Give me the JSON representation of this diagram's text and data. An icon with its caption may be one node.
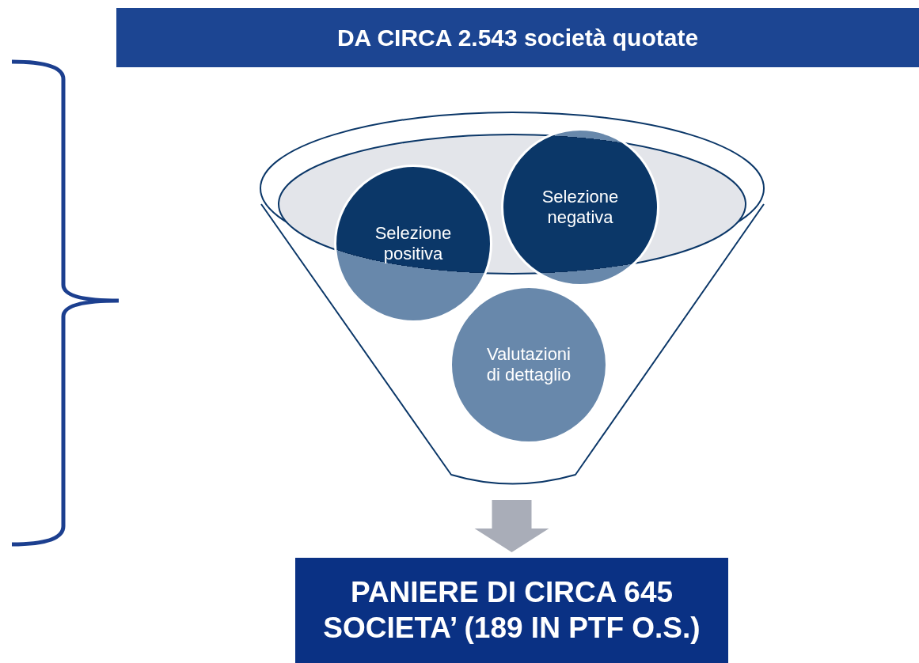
{
  "diagram": {
    "nodes": [
      {
        "text": [
          "DA CIRCA 2.543 società quotate"
        ]
      },
      {
        "text": [],
        "shape": "funnel"
      },
      {
        "text": [
          "Selezione positiva"
        ]
      },
      {
        "text": [
          "Selezione negativa"
        ]
      },
      {
        "text": [
          "Valutazioni di dettaglio"
        ],
        "in": 1
      },
      {
        "text": [
          "PANIERE DI CIRCA 645 SOCIETA’ (189 IN PTF O.S.)"
        ]
      }
    ],
    "edges": [
      {
        "from": 1,
        "to": 5,
        "arrow": "to"
      }
    ]
  }
}
